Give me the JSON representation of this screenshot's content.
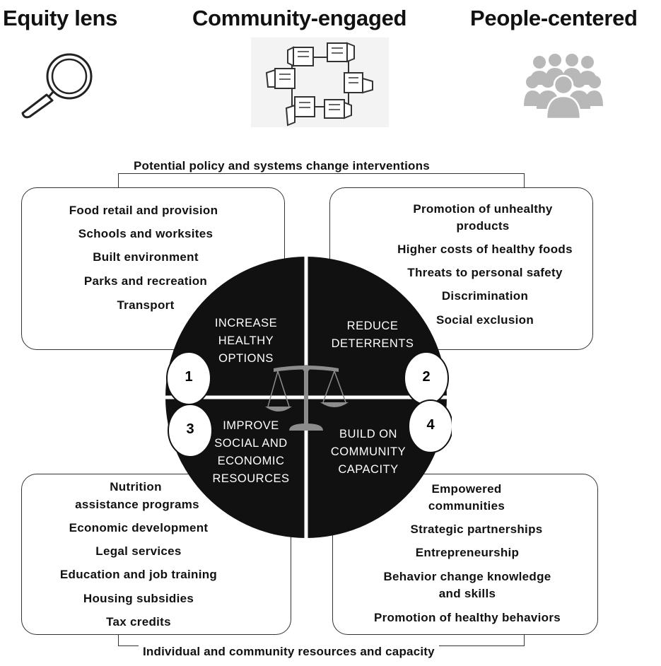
{
  "headers": {
    "equity": "Equity lens",
    "community": "Community-engaged",
    "people": "People-centered"
  },
  "icons": {
    "equity": "magnifying-glass-icon",
    "community": "interlocked-hands-icon",
    "people": "group-of-people-icon",
    "center": "balance-scale-icon"
  },
  "captions": {
    "top": "Potential policy and systems change interventions",
    "bottom": "Individual and community resources and capacity"
  },
  "quadrants": [
    {
      "number": "1",
      "label": [
        "INCREASE",
        "HEALTHY",
        "OPTIONS"
      ],
      "items": [
        "Food retail and provision",
        "Schools and worksites",
        "Built environment",
        "Parks and recreation",
        "Transport"
      ]
    },
    {
      "number": "2",
      "label": [
        "REDUCE",
        "DETERRENTS"
      ],
      "items": [
        "Promotion of unhealthy",
        "products",
        "Higher costs of healthy foods",
        "Threats to personal safety",
        "Discrimination",
        "Social exclusion"
      ]
    },
    {
      "number": "3",
      "label": [
        "IMPROVE",
        "SOCIAL AND",
        "ECONOMIC",
        "RESOURCES"
      ],
      "items": [
        "Nutrition",
        "assistance programs",
        "Economic development",
        "Legal services",
        "Education and job training",
        "Housing subsidies",
        "Tax credits"
      ]
    },
    {
      "number": "4",
      "label": [
        "BUILD ON",
        "COMMUNITY",
        "CAPACITY"
      ],
      "items": [
        "Empowered",
        "communities",
        "Strategic partnerships",
        "Entrepreneurship",
        "Behavior change knowledge",
        "and skills",
        "Promotion of healthy behaviors"
      ]
    }
  ],
  "colors": {
    "circle": "#111111",
    "icon_gray": "#b8b8b8",
    "scale_gray": "#8c8c8c"
  }
}
